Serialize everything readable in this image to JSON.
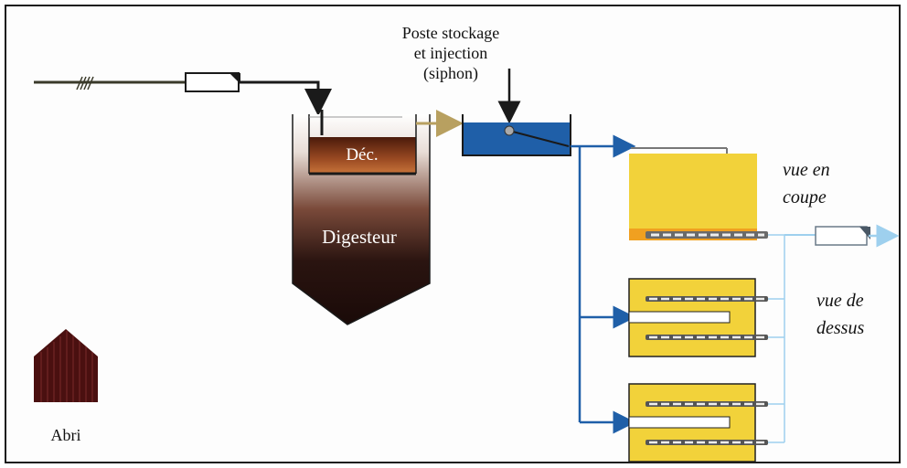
{
  "labels": {
    "storage_station": [
      "Poste stockage",
      "et injection",
      "(siphon)"
    ],
    "decanter": "Déc.",
    "digester": "Digesteur",
    "shelter": "Abri",
    "section_view": [
      "vue en",
      "coupe"
    ],
    "top_view": [
      "vue de",
      "dessus"
    ]
  },
  "colors": {
    "pipe_dark": "#3a3a2a",
    "pipe_gold": "#b8a060",
    "pipe_blue": "#1f5fa8",
    "pipe_light_blue": "#9ed0ee",
    "tank_blue": "#1f5fa8",
    "filter_yellow": "#f2d23a",
    "filter_orange": "#f0a020",
    "digester_dark": "#2a1410",
    "decanter_brown": "#8a3a18",
    "shelter_red": "#4a1010"
  }
}
